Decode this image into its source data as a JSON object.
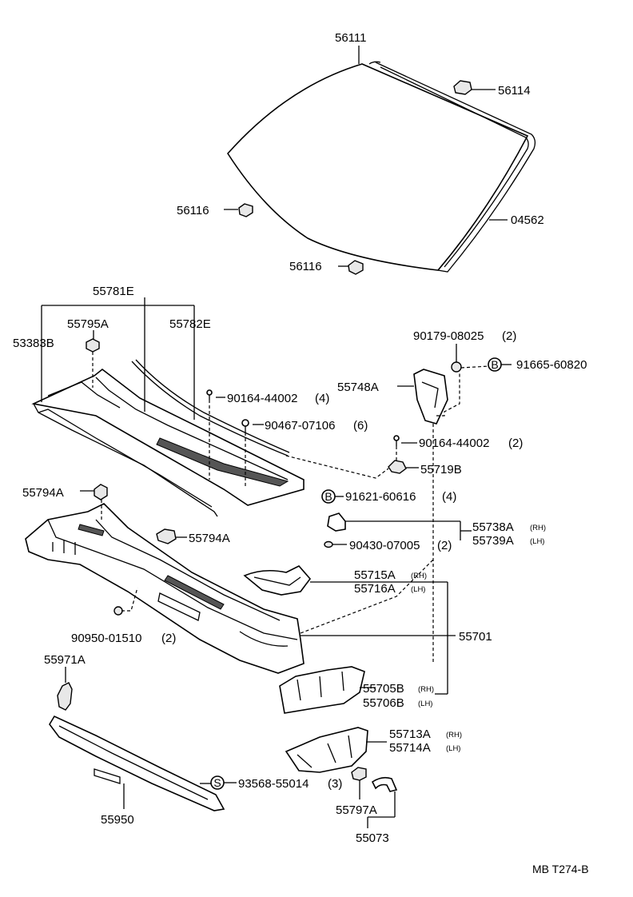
{
  "labels": {
    "p56111": "56111",
    "p56114": "56114",
    "p56116a": "56116",
    "p56116b": "56116",
    "p04562": "04562",
    "p55781E": "55781E",
    "p53383B": "53383B",
    "p55795A": "55795A",
    "p55782E": "55782E",
    "p90179": "90179-08025",
    "p90179q": "(2)",
    "p91665": "91665-60820",
    "p55748A": "55748A",
    "p90164a": "90164-44002",
    "p90164aq": "(4)",
    "p90467": "90467-07106",
    "p90467q": "(6)",
    "p90164b": "90164-44002",
    "p90164bq": "(2)",
    "p55719B": "55719B",
    "p55794Aa": "55794A",
    "p91621": "91621-60616",
    "p91621q": "(4)",
    "p55738A": "55738A",
    "p55738As": "(RH)",
    "p55739A": "55739A",
    "p55739As": "(LH)",
    "p55794Ab": "55794A",
    "p90430": "90430-07005",
    "p90430q": "(2)",
    "p55715A": "55715A",
    "p55715As": "(RH)",
    "p55716A": "55716A",
    "p55716As": "(LH)",
    "p90950": "90950-01510",
    "p90950q": "(2)",
    "p55701": "55701",
    "p55971A": "55971A",
    "p55705B": "55705B",
    "p55705Bs": "(RH)",
    "p55706B": "55706B",
    "p55706Bs": "(LH)",
    "p55713A": "55713A",
    "p55713As": "(RH)",
    "p55714A": "55714A",
    "p55714As": "(LH)",
    "p93568": "93568-55014",
    "p93568q": "(3)",
    "p55950": "55950",
    "p55797A": "55797A",
    "p55073": "55073",
    "refcode": "MB T274-B"
  },
  "markers": {
    "b1": "B",
    "b2": "B",
    "s1": "S"
  }
}
